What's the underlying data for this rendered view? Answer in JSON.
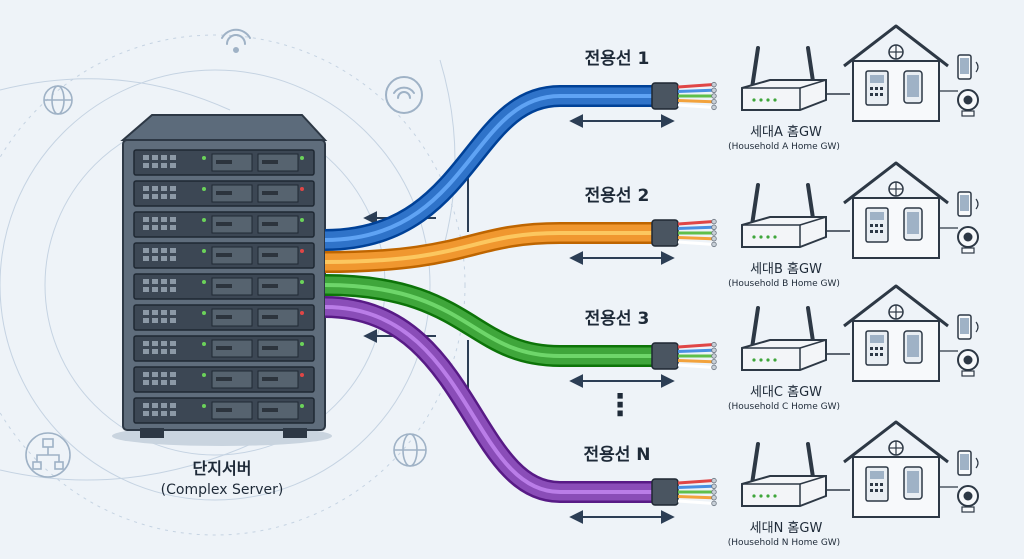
{
  "server": {
    "title": "단지서버",
    "subtitle": "(Complex Server)"
  },
  "lines": [
    {
      "label": "전용선 1",
      "color": "#2f73c9",
      "gateway": "세대A 홈GW",
      "gateway_sub": "(Household A Home GW)"
    },
    {
      "label": "전용선 2",
      "color": "#f0972f",
      "gateway": "세대B 홈GW",
      "gateway_sub": "(Household B Home GW)"
    },
    {
      "label": "전용선 3",
      "color": "#3fa63b",
      "gateway": "세대C 홈GW",
      "gateway_sub": "(Household C Home GW)"
    },
    {
      "label": "전용선 N",
      "color": "#8a4db8",
      "gateway": "세대N 홈GW",
      "gateway_sub": "(Household N Home GW)"
    }
  ],
  "ellipsis": "⋮",
  "icons": [
    "server-rack-icon",
    "router-icon",
    "house-icon",
    "smartphone-icon",
    "security-camera-icon",
    "wifi-icon",
    "globe-icon",
    "network-tree-icon",
    "double-arrow-icon"
  ]
}
